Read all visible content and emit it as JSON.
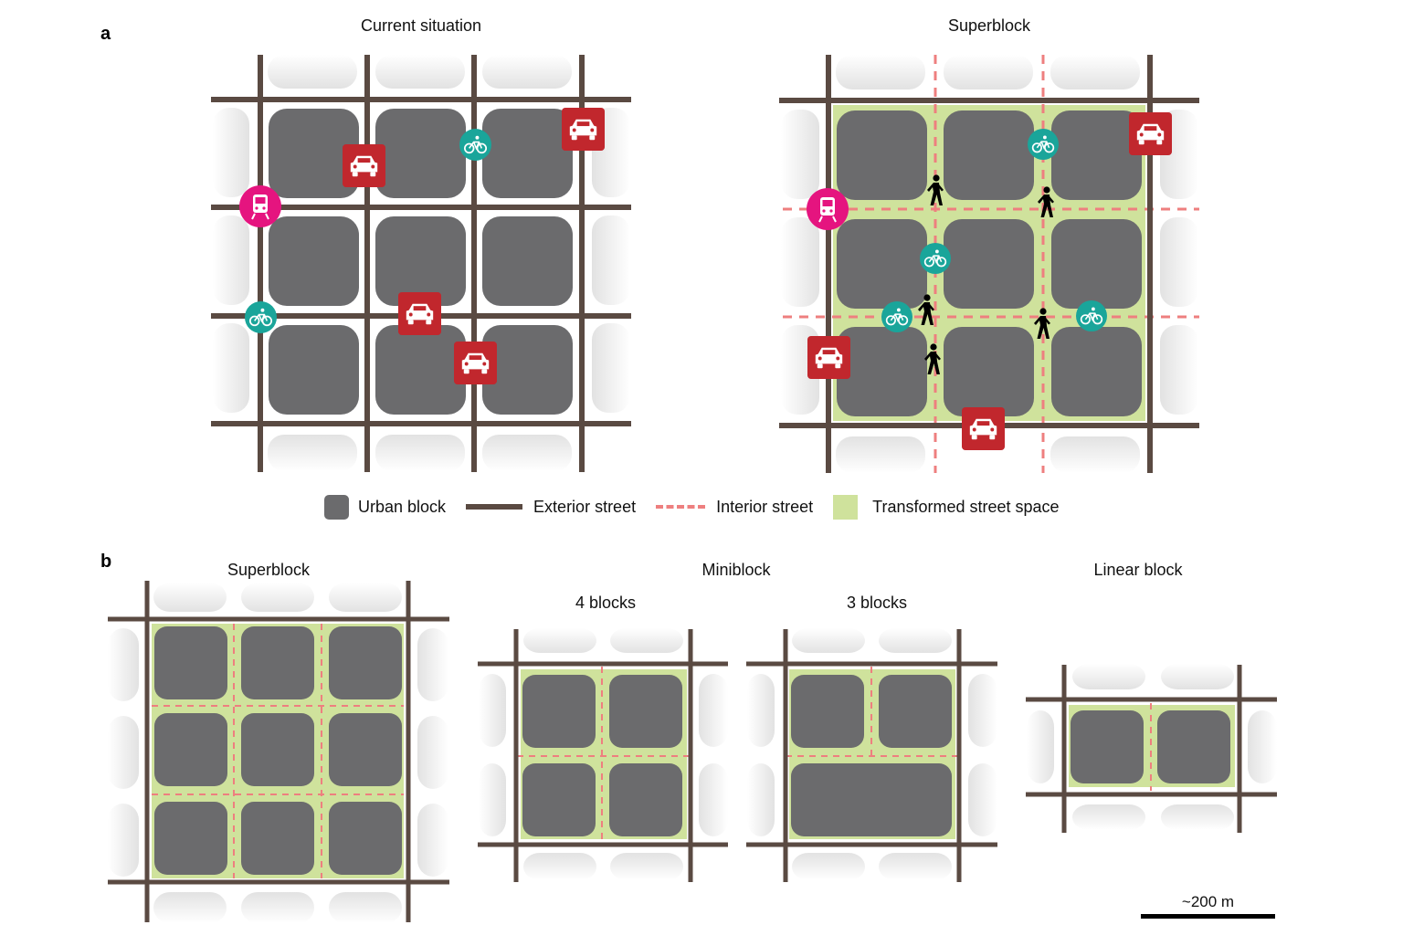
{
  "panel_a": {
    "label": "a",
    "left_title": "Current situation",
    "right_title": "Superblock"
  },
  "legend": {
    "urban_block": "Urban block",
    "exterior_street": "Exterior street",
    "interior_street": "Interior street",
    "transformed": "Transformed street space"
  },
  "panel_b": {
    "label": "b",
    "superblock_title": "Superblock",
    "miniblock_title": "Miniblock",
    "four_blocks": "4 blocks",
    "three_blocks": "3 blocks",
    "linear_title": "Linear block"
  },
  "scale_bar": {
    "label": "~200 m"
  },
  "colors": {
    "block": "#6b6b6d",
    "exterior_street": "#5a4a42",
    "interior_street": "#ee7f7f",
    "transformed": "#cfe29c",
    "car": "#c1272d",
    "bike": "#1aa59a",
    "tram": "#e5147f",
    "pedestrian": "#000000"
  },
  "icons": [
    "car-icon",
    "bicycle-icon",
    "tram-icon",
    "pedestrian-icon"
  ]
}
